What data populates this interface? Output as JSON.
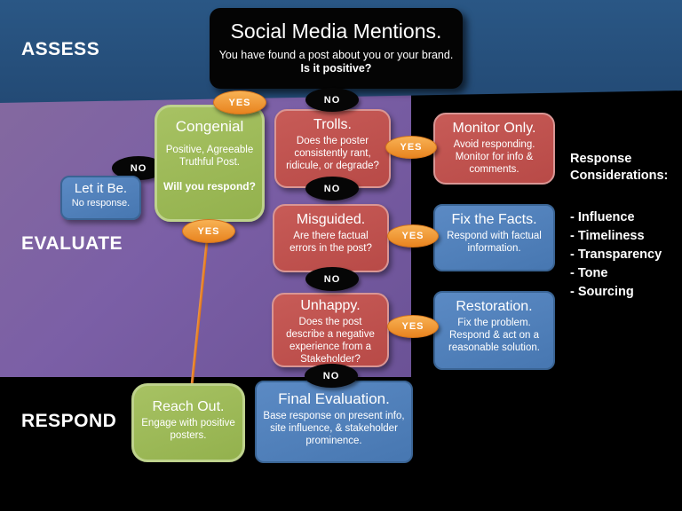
{
  "slide": {
    "title_card": {
      "title": "Social Media Mentions.",
      "subtitle": "You have found a post about you or your brand.",
      "question": "Is it positive?"
    },
    "stages": [
      {
        "label": "ASSESS"
      },
      {
        "label": "EVALUATE"
      },
      {
        "label": "RESPOND"
      }
    ],
    "connectors": {
      "yes": "YES",
      "no": "NO"
    },
    "nodes": {
      "congenial": {
        "title": "Congenial",
        "body": "Positive, Agreeable Truthful Post.",
        "question": "Will you respond?"
      },
      "let_it_be": {
        "title": "Let it Be.",
        "body": "No response."
      },
      "trolls": {
        "title": "Trolls.",
        "body": "Does the poster consistently rant, ridicule, or degrade?"
      },
      "monitor_only": {
        "title": "Monitor Only.",
        "body": "Avoid responding. Monitor for info & comments."
      },
      "misguided": {
        "title": "Misguided.",
        "body": "Are there factual errors in the post?"
      },
      "fix_the_facts": {
        "title": "Fix the Facts.",
        "body": "Respond with factual information."
      },
      "unhappy": {
        "title": "Unhappy.",
        "body": "Does the post describe a negative experience from a Stakeholder?"
      },
      "restoration": {
        "title": "Restoration.",
        "body": "Fix the problem. Respond & act on a reasonable solution."
      },
      "reach_out": {
        "title": "Reach Out.",
        "body": "Engage with positive posters."
      },
      "final_evaluation": {
        "title": "Final Evaluation.",
        "body": "Base response on present info, site influence, & stakeholder prominence."
      }
    },
    "right_panel": {
      "heading": "Response Considerations:",
      "items": [
        "- Influence",
        "- Timeliness",
        "- Transparency",
        "- Tone",
        "- Sourcing"
      ]
    },
    "colors": {
      "assess_band_blue": "#234a75",
      "evaluate_band_purple": "#7b5fa6",
      "background_black": "#000000",
      "node_green": "#9bbb59",
      "node_red": "#c0504d",
      "node_blue": "#4f81bd",
      "yes_pill_orange": "#ec8a2a",
      "no_pill_black": "#060606",
      "text_white": "#ffffff"
    }
  }
}
